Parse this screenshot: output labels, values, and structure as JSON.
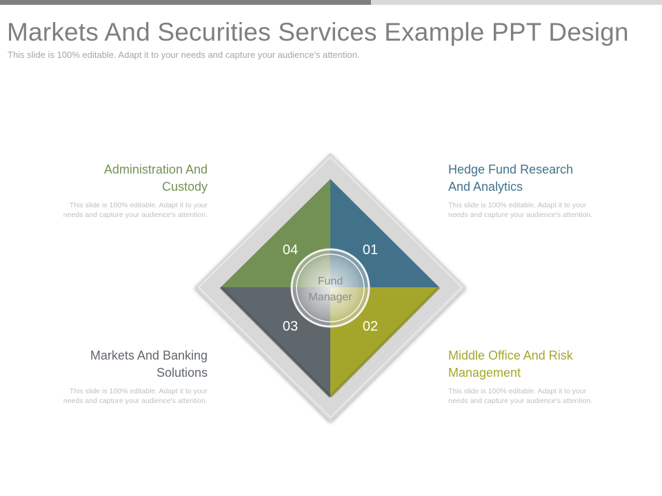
{
  "header": {
    "title": "Markets And Securities Services Example PPT Design",
    "subtitle": "This slide is 100% editable. Adapt it to your needs and capture your audience's attention."
  },
  "diagram": {
    "center_label_line1": "Fund",
    "center_label_line2": "Manager",
    "quadrants": [
      {
        "number": "01",
        "color": "#41728a",
        "heading": "Hedge Fund Research And Analytics",
        "heading_color": "#41728a",
        "body": "This slide is 100% editable. Adapt it to your needs and capture your audience's attention."
      },
      {
        "number": "02",
        "color": "#a4a62c",
        "heading": "Middle Office And Risk Management",
        "heading_color": "#a3a72c",
        "body": "This slide is 100% editable. Adapt it to your needs and capture your audience's attention."
      },
      {
        "number": "03",
        "color": "#5f666c",
        "heading": "Markets And Banking Solutions",
        "heading_color": "#5f666c",
        "body": "This slide is 100% editable. Adapt it to your needs and capture your audience's attention."
      },
      {
        "number": "04",
        "color": "#749155",
        "heading": "Administration And Custody",
        "heading_color": "#749155",
        "body": "This slide is 100% editable. Adapt it to your needs and capture your audience's attention."
      }
    ]
  }
}
